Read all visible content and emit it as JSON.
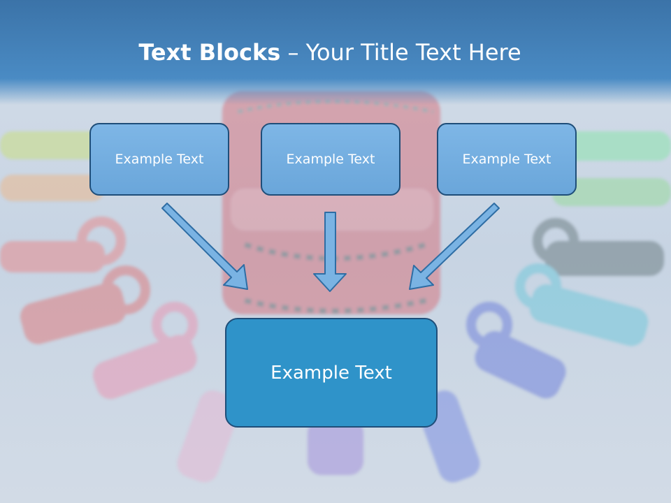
{
  "slide": {
    "title_bold": "Text Blocks",
    "title_dash": " – ",
    "title_rest": "Your Title Text Here"
  },
  "blocks": {
    "left": "Example Text",
    "middle": "Example Text",
    "right": "Example Text",
    "bottom": "Example Text"
  },
  "colors": {
    "title_bar": "#3b73a8",
    "small_box": "#75aee0",
    "big_box": "#2f93c9",
    "border": "#1f4e79",
    "arrow_fill": "#7ab3e3"
  }
}
